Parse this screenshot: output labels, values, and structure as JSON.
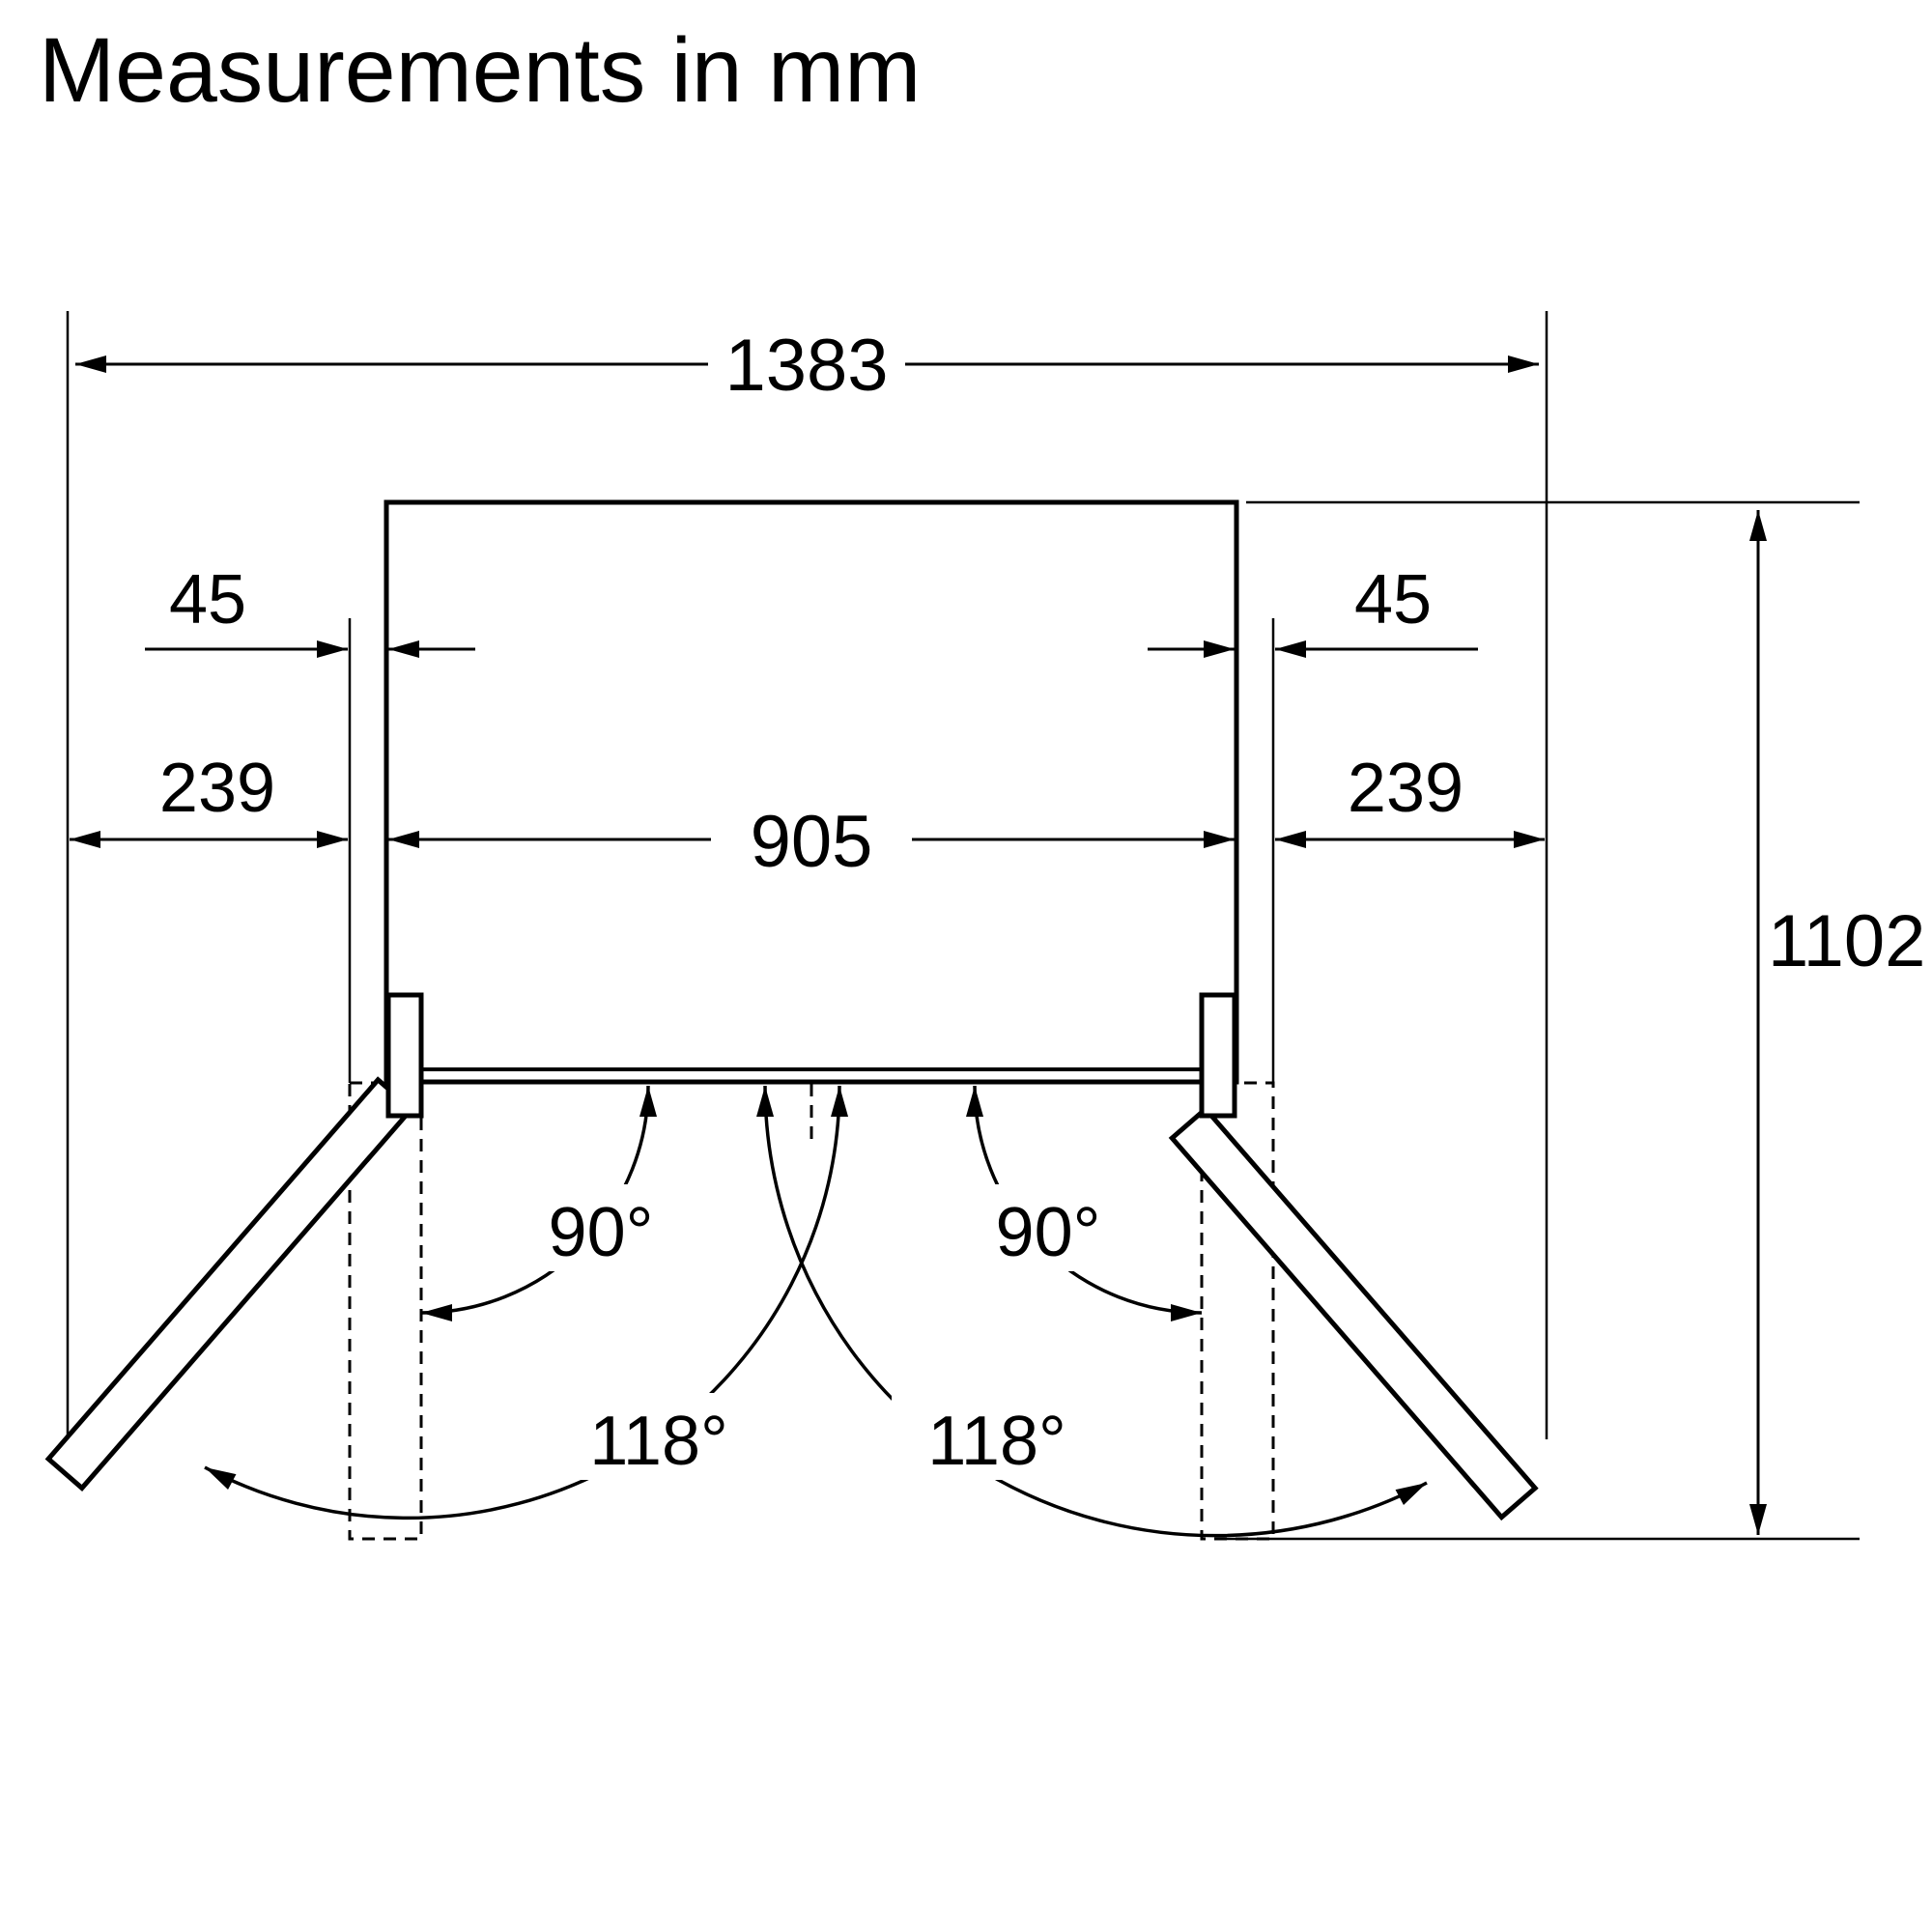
{
  "title": "Measurements in mm",
  "dimensions": {
    "total_width": "1383",
    "left_gap": "45",
    "right_gap": "45",
    "left_door_depth": "239",
    "right_door_depth": "239",
    "inner_width": "905",
    "total_depth": "1102"
  },
  "angles": {
    "left_90": "90°",
    "right_90": "90°",
    "left_118": "118°",
    "right_118": "118°"
  },
  "colors": {
    "line": "#000000",
    "background": "#ffffff"
  }
}
